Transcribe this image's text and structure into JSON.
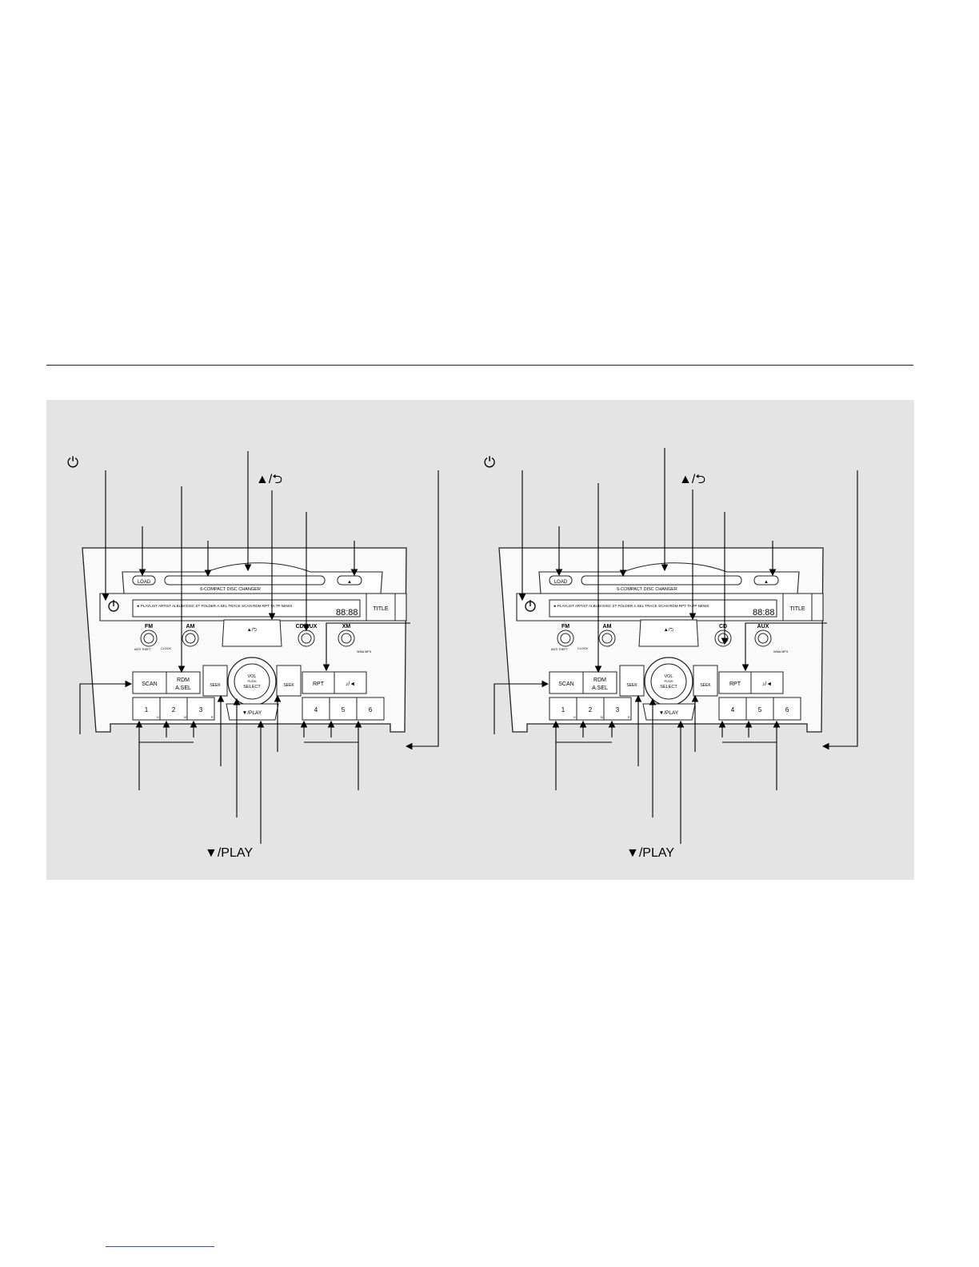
{
  "labels": {
    "power_symbol": "⏻",
    "up_back": "▲/⮌",
    "down_play": "▼/PLAY"
  },
  "units": [
    {
      "name": "unit-left",
      "load": "LOAD",
      "eject": "▲",
      "changer": "6-COMPACT DISC CHANGER",
      "display_text": "◄  PLAYLIST ARTIST ALBUM  DISC ST FOLDER A.SEL TRACK  SCAN RDM  RPT TA TP  NEWS",
      "display_digits": "88:88",
      "title": "TITLE",
      "knob_top": "FM",
      "knob_top_sub": "ANTI THEFT",
      "knob_clock": "CLOCK",
      "knob_am": "AM",
      "knob_cd": "CD/AUX",
      "knob_xm": "XM",
      "knob_xm_sub": "WMA MP3",
      "btn_scan": "SCAN",
      "btn_rdm": "RDM",
      "btn_asel": "A.SEL",
      "btn_seek_left": "SEEK",
      "btn_seek_right": "SEEK",
      "btn_rpt": "RPT",
      "btn_note": "♪/◄",
      "vol": "VOL",
      "vol_push": "PUSH",
      "vol_select": "SELECT",
      "up_back_small": "▲/⮌",
      "down_play_small": "▼/PLAY",
      "presets": [
        "1",
        "2",
        "3",
        "4",
        "5",
        "6"
      ],
      "preset_sub": [
        "H",
        "M",
        "R"
      ]
    },
    {
      "name": "unit-right",
      "load": "LOAD",
      "eject": "▲",
      "changer": "6-COMPACT DISC CHANGER",
      "display_text": "◄  PLAYLIST ARTIST ALBUM  DISC ST FOLDER A.SEL TRACK  SCAN RDM  RPT TA TP  NEWS",
      "display_digits": "88:88",
      "title": "TITLE",
      "knob_top": "FM",
      "knob_top_sub": "ANTI THEFT",
      "knob_clock": "CLOCK",
      "knob_am": "AM",
      "knob_cd": "CD",
      "knob_xm": "AUX",
      "knob_xm_sub": "WMA MP3",
      "btn_scan": "SCAN",
      "btn_rdm": "RDM",
      "btn_asel": "A.SEL",
      "btn_seek_left": "SEEK",
      "btn_seek_right": "SEEK",
      "btn_rpt": "RPT",
      "btn_note": "♪/◄",
      "vol": "VOL",
      "vol_push": "PUSH",
      "vol_select": "SELECT",
      "up_back_small": "▲/⮌",
      "down_play_small": "▼/PLAY",
      "presets": [
        "1",
        "2",
        "3",
        "4",
        "5",
        "6"
      ],
      "preset_sub": [
        "H",
        "M",
        "R"
      ]
    }
  ]
}
